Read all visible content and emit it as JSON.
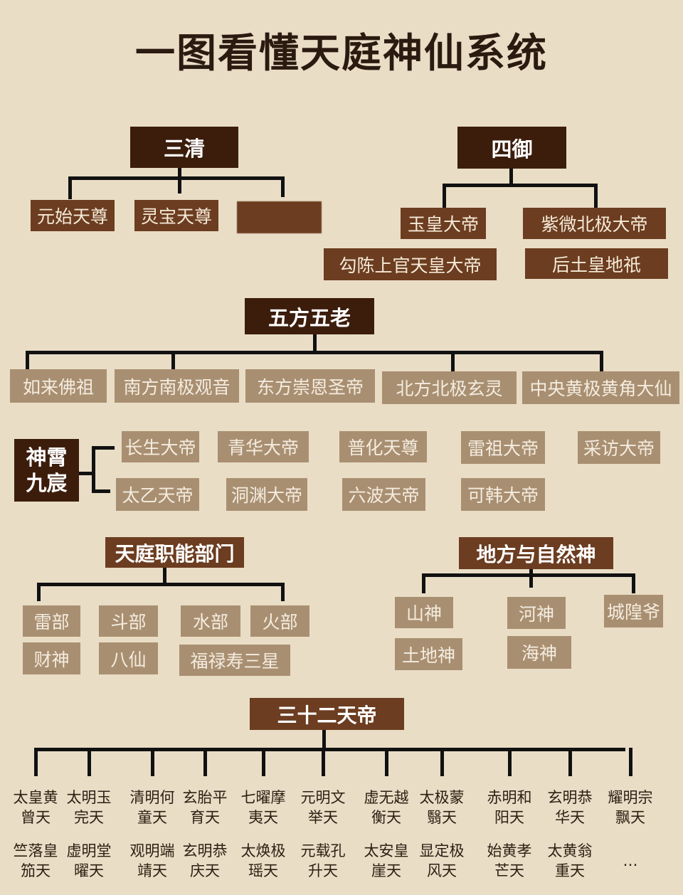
{
  "title": "一图看懂天庭神仙系统",
  "colors": {
    "background": "#e9ddc6",
    "dark_box": "#3c1d0c",
    "brown_box": "#6c3d20",
    "tan_box": "#a98f71",
    "connector": "#111111"
  },
  "sanqing": {
    "label": "三清",
    "members": [
      "元始天尊",
      "灵宝天尊",
      ""
    ]
  },
  "siyu": {
    "label": "四御",
    "members": [
      "玉皇大帝",
      "紫微北极大帝",
      "勾陈上官天皇大帝",
      "后土皇地祇"
    ]
  },
  "wufang": {
    "label": "五方五老",
    "members": [
      "如来佛祖",
      "南方南极观音",
      "东方崇恩圣帝",
      "北方北极玄灵",
      "中央黄极黄角大仙"
    ]
  },
  "shenxiao": {
    "label": "神霄九宸",
    "members": [
      "长生大帝",
      "青华大帝",
      "普化天尊",
      "雷祖大帝",
      "采访大帝",
      "太乙天帝",
      "洞渊大帝",
      "六波天帝",
      "可韩大帝"
    ]
  },
  "departments": {
    "label": "天庭职能部门",
    "members": [
      "雷部",
      "斗部",
      "水部",
      "火部",
      "财神",
      "八仙",
      "福禄寿三星"
    ]
  },
  "local": {
    "label": "地方与自然神",
    "members": [
      "山神",
      "河神",
      "城隍爷",
      "土地神",
      "海神"
    ]
  },
  "emperors": {
    "label": "三十二天帝",
    "members": [
      [
        "太皇黄",
        "曾天"
      ],
      [
        "太明玉",
        "完天"
      ],
      [
        "清明何",
        "童天"
      ],
      [
        "玄胎平",
        "育天"
      ],
      [
        "七曜摩",
        "夷天"
      ],
      [
        "元明文",
        "举天"
      ],
      [
        "虚无越",
        "衡天"
      ],
      [
        "太极蒙",
        "翳天"
      ],
      [
        "赤明和",
        "阳天"
      ],
      [
        "玄明恭",
        "华天"
      ],
      [
        "耀明宗",
        "飘天"
      ],
      [
        "竺落皇",
        "笳天"
      ],
      [
        "虚明堂",
        "曜天"
      ],
      [
        "观明端",
        "靖天"
      ],
      [
        "玄明恭",
        "庆天"
      ],
      [
        "太焕极",
        "瑶天"
      ],
      [
        "元载孔",
        "升天"
      ],
      [
        "太安皇",
        "崖天"
      ],
      [
        "显定极",
        "风天"
      ],
      [
        "始黄孝",
        "芒天"
      ],
      [
        "太黄翁",
        "重天"
      ],
      [
        "…",
        ""
      ]
    ]
  }
}
